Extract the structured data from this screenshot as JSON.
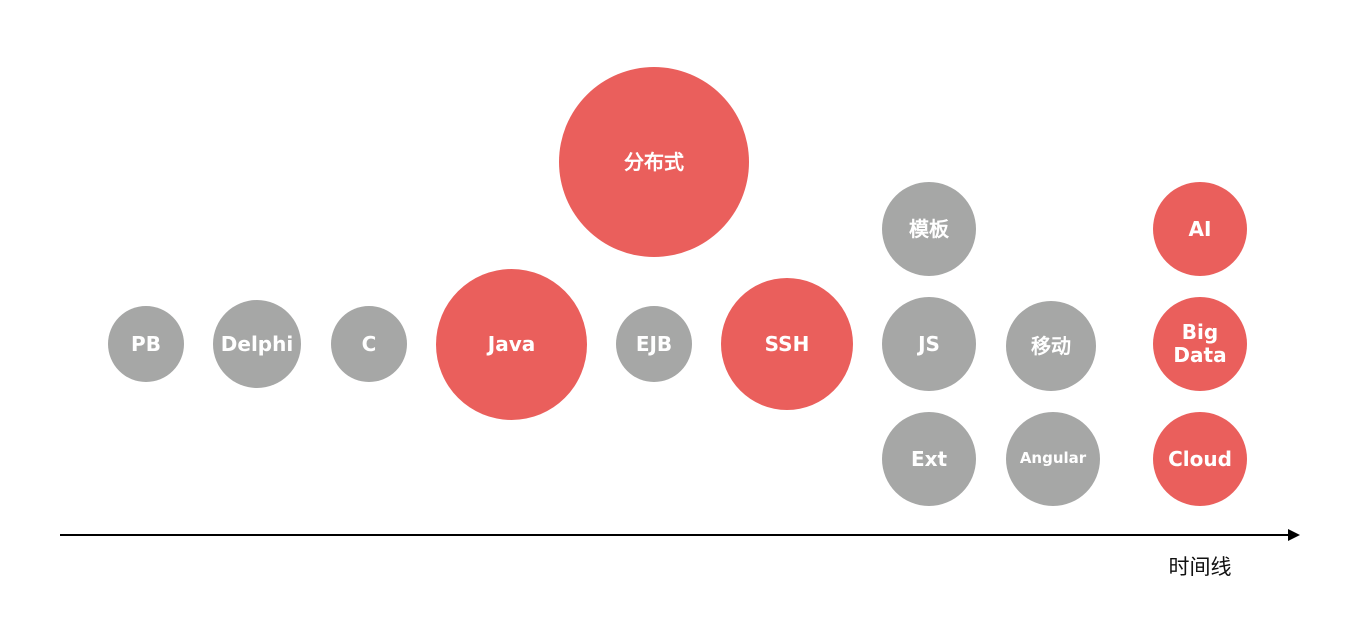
{
  "colors": {
    "legacy": "#a6a7a6",
    "highlight": "#ea5f5c",
    "text": "#ffffff",
    "axis": "#000000"
  },
  "bubbles": {
    "pb": {
      "label": "PB"
    },
    "delphi": {
      "label": "Delphi"
    },
    "c": {
      "label": "C"
    },
    "java": {
      "label": "Java"
    },
    "distributed": {
      "label": "分布式"
    },
    "ejb": {
      "label": "EJB"
    },
    "ssh": {
      "label": "SSH"
    },
    "template": {
      "label": "模板"
    },
    "js": {
      "label": "JS"
    },
    "ext": {
      "label": "Ext"
    },
    "mobile": {
      "label": "移动"
    },
    "angular": {
      "label": "Angular"
    },
    "ai": {
      "label": "AI"
    },
    "bigdata": {
      "label": "Big\nData"
    },
    "cloud": {
      "label": "Cloud"
    }
  },
  "timeline": {
    "label": "时间线"
  }
}
